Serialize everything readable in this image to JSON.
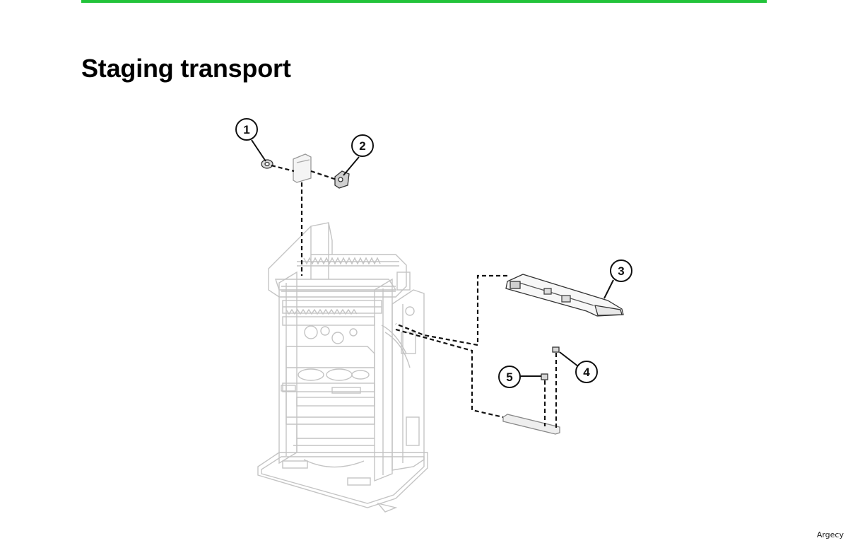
{
  "page": {
    "title": "Staging transport",
    "watermark": "Argecy",
    "accent_color": "#22c33a"
  },
  "diagram": {
    "kind": "exploded parts view",
    "callouts": [
      {
        "id": 1,
        "label": "1"
      },
      {
        "id": 2,
        "label": "2"
      },
      {
        "id": 3,
        "label": "3"
      },
      {
        "id": 4,
        "label": "4"
      },
      {
        "id": 5,
        "label": "5"
      }
    ],
    "line_color": "#111111",
    "part_color": "#bdbdbd"
  }
}
